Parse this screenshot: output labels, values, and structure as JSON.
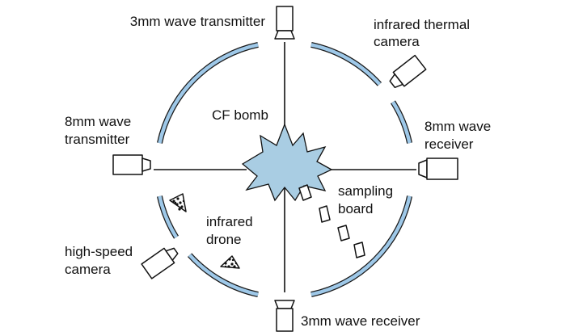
{
  "colors": {
    "ring": "#9ec8e8",
    "ring_outline": "#1a1a1a",
    "bomb_fill": "#a9cde3",
    "line": "#111111"
  },
  "labels": {
    "tx_3mm": "3mm wave transmitter",
    "ir_thermal_l1": "infrared thermal",
    "ir_thermal_l2": "camera",
    "tx_8mm_l1": "8mm wave",
    "tx_8mm_l2": "transmitter",
    "rx_8mm_l1": "8mm wave",
    "rx_8mm_l2": "receiver",
    "cf_bomb": "CF bomb",
    "sampling_l1": "sampling",
    "sampling_l2": "board",
    "ir_drone_l1": "infrared",
    "ir_drone_l2": "drone",
    "hs_cam_l1": "high-speed",
    "hs_cam_l2": "camera",
    "rx_3mm": "3mm wave receiver"
  }
}
